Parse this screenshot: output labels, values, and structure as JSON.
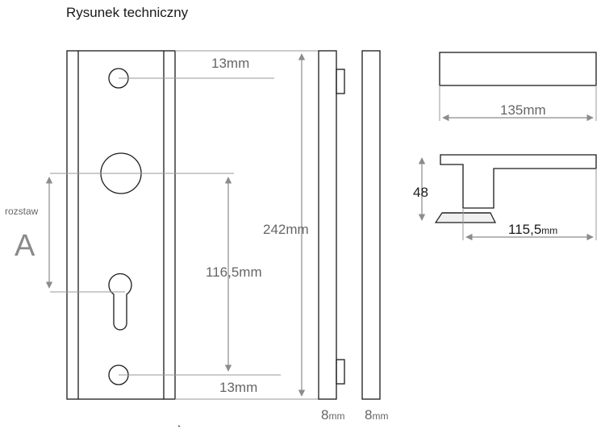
{
  "title": "Rysunek techniczny",
  "plate": {
    "top_hole_gap": "13mm",
    "bottom_hole_gap": "13mm",
    "spacing": "116,5mm",
    "height": "242mm",
    "side_label": "rozstaw",
    "side_letter": "A",
    "thickness_1": "8",
    "thickness_1_unit": "mm",
    "thickness_2": "8",
    "thickness_2_unit": "mm"
  },
  "handle": {
    "length": "135mm",
    "height": "48",
    "projection": "115,5",
    "projection_unit": "mm"
  },
  "colors": {
    "line": "#1a1a1a",
    "dimension": "#7a7a7a",
    "arrow": "#8c8c8c"
  }
}
